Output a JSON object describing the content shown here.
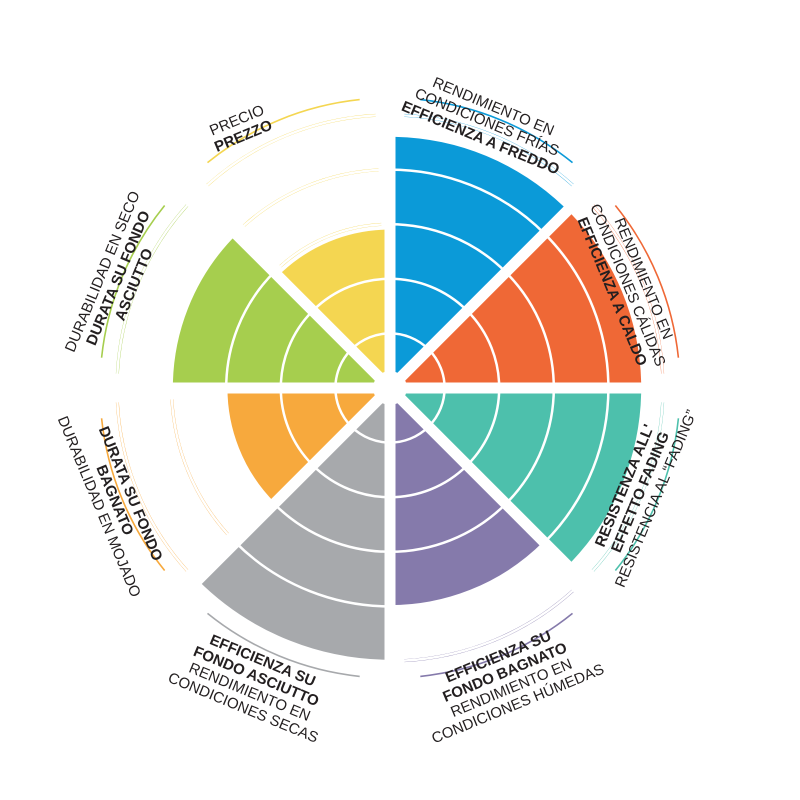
{
  "chart_data": {
    "type": "polar-area",
    "title": "",
    "rmax": 5,
    "rings": [
      1,
      2,
      3,
      4,
      5
    ],
    "segments": [
      {
        "key": "cold",
        "label_es": "RENDIMIENTO EN CONDICIONES FRÍAS",
        "label_es_lines": [
          "RENDIMIENTO EN",
          "CONDICIONES FRÍAS"
        ],
        "label_it": "EFFICIENZA A FREDDO",
        "label_it_lines": [
          "EFFICIENZA A FREDDO"
        ],
        "value": 4.6,
        "color": "#0b9ad8"
      },
      {
        "key": "hot",
        "label_es": "RENDIMIENTO EN CONDICIONES CÁLIDAS",
        "label_es_lines": [
          "RENDIMIENTO EN",
          "CONDICIONES CÁLIDAS"
        ],
        "label_it": "EFFICIENZA A CALDO",
        "label_it_lines": [
          "EFFICIENZA A CALDO"
        ],
        "value": 4.6,
        "color": "#ef6836"
      },
      {
        "key": "fade",
        "label_es": "RESISTENCIA AL “FADING”",
        "label_es_lines": [
          "RESISTENCIA AL “FADING”"
        ],
        "label_it": "RESISTENZA ALL' EFFETTO FADING",
        "label_it_lines": [
          "RESISTENZA ALL'",
          "EFFETTO FADING"
        ],
        "value": 4.6,
        "color": "#4dc0ac"
      },
      {
        "key": "wet",
        "label_es": "RENDIMIENTO EN CONDICIONES HÚMEDAS",
        "label_es_lines": [
          "RENDIMIENTO EN",
          "CONDICIONES HÚMEDAS"
        ],
        "label_it": "EFFICIENZA SU FONDO BAGNATO",
        "label_it_lines": [
          "EFFICIENZA SU",
          "FONDO BAGNATO"
        ],
        "value": 4.0,
        "color": "#857aab"
      },
      {
        "key": "dry",
        "label_es": "RENDIMIENTO EN CONDICIONES SECAS",
        "label_es_lines": [
          "RENDIMIENTO EN",
          "CONDICIONES SECAS"
        ],
        "label_it": "EFFICIENZA SU FONDO ASCIUTTO",
        "label_it_lines": [
          "EFFICIENZA SU",
          "FONDO ASCIUTTO"
        ],
        "value": 5.0,
        "color": "#a7a9ac"
      },
      {
        "key": "wdur",
        "label_es": "DURABILIDAD EN MOJADO",
        "label_es_lines": [
          "DURABILIDAD EN MOJADO"
        ],
        "label_it": "DURATA SU FONDO BAGNATO",
        "label_it_lines": [
          "DURATA SU FONDO",
          "BAGNATO"
        ],
        "value": 3.0,
        "color": "#f7a93d"
      },
      {
        "key": "ddur",
        "label_es": "DURABILIDAD EN SECO",
        "label_es_lines": [
          "DURABILIDAD EN SECO"
        ],
        "label_it": "DURATA SU FONDO ASCIUTTO",
        "label_it_lines": [
          "DURATA SU FONDO",
          "ASCIUTTO"
        ],
        "value": 4.0,
        "color": "#a6ce4e"
      },
      {
        "key": "price",
        "label_es": "PRECIO",
        "label_es_lines": [
          "PRECIO"
        ],
        "label_it": "PREZZO",
        "label_it_lines": [
          "PREZZO"
        ],
        "value": 2.9,
        "color": "#f4d651"
      }
    ]
  }
}
